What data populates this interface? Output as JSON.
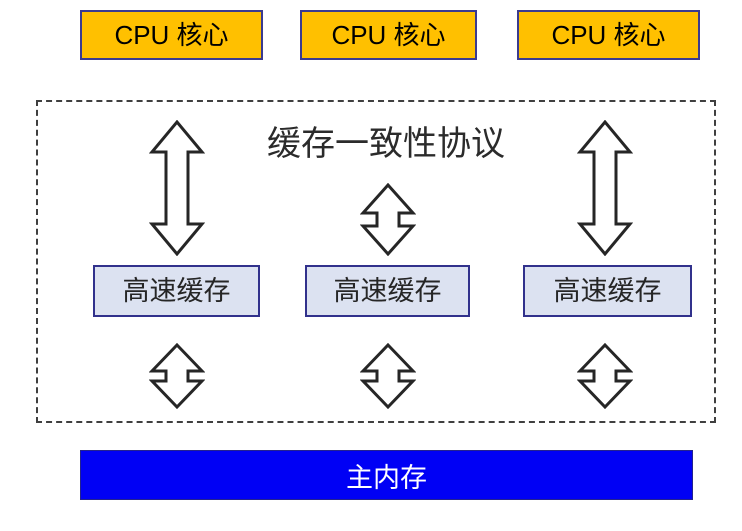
{
  "diagram": {
    "title": "缓存一致性协议",
    "cpu_cores": [
      {
        "label": "CPU 核心"
      },
      {
        "label": "CPU 核心"
      },
      {
        "label": "CPU 核心"
      }
    ],
    "caches": [
      {
        "label": "高速缓存"
      },
      {
        "label": "高速缓存"
      },
      {
        "label": "高速缓存"
      }
    ],
    "memory": {
      "label": "主内存"
    },
    "arrows": {
      "cpu_to_cache": [
        {
          "name": "double-arrow-vertical-icon"
        },
        {
          "name": "double-arrow-vertical-icon"
        },
        {
          "name": "double-arrow-vertical-icon"
        }
      ],
      "cache_to_memory": [
        {
          "name": "double-arrow-vertical-icon"
        },
        {
          "name": "double-arrow-vertical-icon"
        },
        {
          "name": "double-arrow-vertical-icon"
        }
      ]
    },
    "colors": {
      "cpu_fill": "#FFC000",
      "cpu_border": "#3B3B8F",
      "cache_fill": "#DCE2F1",
      "cache_border": "#31318C",
      "memory_fill": "#0000F5",
      "memory_text": "#FFFFFF",
      "container_border": "#3F3F3F",
      "arrow_stroke": "#262626",
      "arrow_fill": "#FFFFFF",
      "title_text": "#2B2B2B"
    }
  }
}
